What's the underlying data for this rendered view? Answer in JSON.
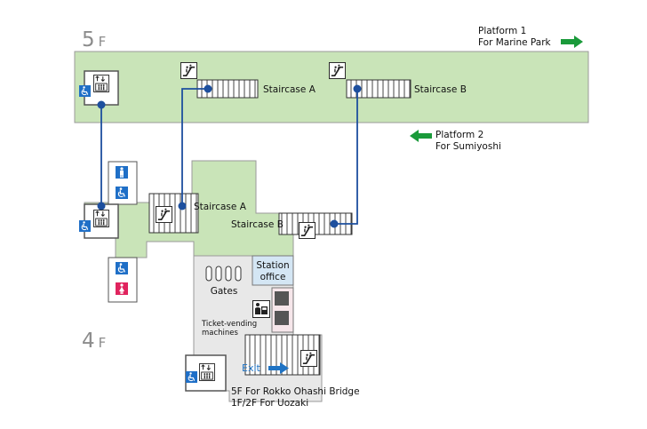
{
  "floors": {
    "upper": "5",
    "lower": "4",
    "unit": "F"
  },
  "platforms": [
    {
      "line1": "Platform 1",
      "line2": "For Marine Park",
      "arrow": "right"
    },
    {
      "line1": "Platform 2",
      "line2": "For Sumiyoshi",
      "arrow": "left"
    }
  ],
  "staircases": {
    "upper_a": "Staircase A",
    "upper_b": "Staircase B",
    "lower_a": "Staircase A",
    "lower_b": "Staircase B"
  },
  "facilities": {
    "gates": "Gates",
    "station_office_line1": "Station",
    "station_office_line2": "office",
    "ticket_line1": "Ticket-vending",
    "ticket_line2": "machines",
    "exit": "Exit"
  },
  "exit_destinations": [
    "5F  For Rokko Ohashi Bridge",
    "1F/2F  For Uozaki"
  ],
  "icons": [
    "elevator-icon",
    "wheelchair-icon",
    "escalator-icon",
    "male-toilet-icon",
    "female-toilet-icon",
    "ticket-machine-icon",
    "exit-arrow-icon"
  ],
  "colors": {
    "concourse": "#c9e4b8",
    "concourse_border": "#9a9a9a",
    "route": "#1d4f9e",
    "route_node": "#1d4f9e",
    "arrow_green": "#1a9a3a",
    "exit_blue": "#1f73c4",
    "office": "#d4e6f4",
    "ticket_area": "#f6e6ea",
    "lower_floor": "#e8e8e8",
    "wheelchair": "#1f6fc7",
    "male": "#1f6fc7",
    "female": "#e0245e"
  }
}
